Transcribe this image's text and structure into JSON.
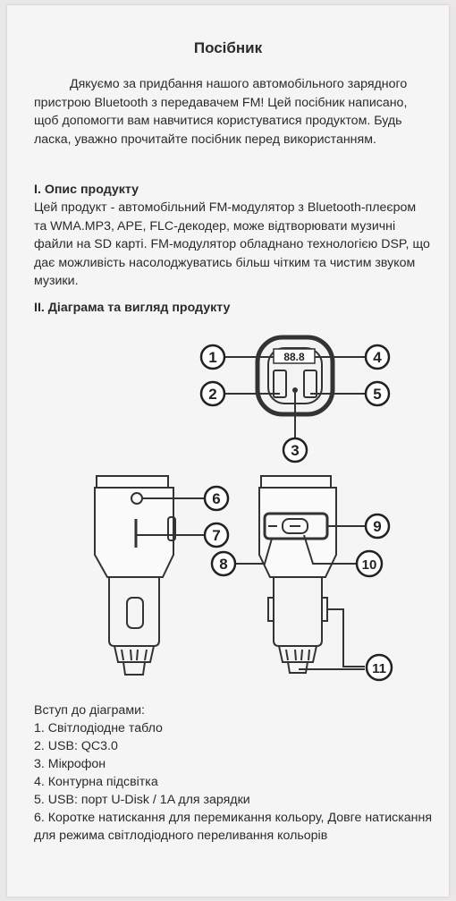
{
  "title": "Посібник",
  "intro": "Дякуємо за придбання нашого автомобільного зарядного пристрою Bluetooth з передавачем FM! Цей посібник написано, щоб допомогти вам навчитися користуватися продуктом. Будь ласка, уважно прочитайте посібник перед використанням.",
  "section1": {
    "heading": "I. Опис продукту",
    "text": "Цей продукт - автомобільний FM-модулятор з Bluetooth-плеєром та WMA.MP3, APE, FLC-декодер, може відтворювати музичні файли на SD карті. FM-модулятор обладнано технологією DSP, що дає можливість насолоджуватись більш чітким та чистим звуком музики."
  },
  "section2": {
    "heading": "II.  Діаграма та вигляд продукту"
  },
  "display_digits": "88.8",
  "callouts": [
    "1",
    "2",
    "3",
    "4",
    "5",
    "6",
    "7",
    "8",
    "9",
    "10",
    "11"
  ],
  "legend": {
    "title": "Вступ до діаграми:",
    "items": [
      "1. Світлодіодне табло",
      "2. USB: QC3.0",
      "3. Мікрофон",
      "4. Контурна підсвітка",
      "5. USB: порт U-Disk / 1A для зарядки",
      "6. Коротке натискання для перемикання кольору, Довге натискання для режима світлодіодного переливання кольорів"
    ]
  }
}
